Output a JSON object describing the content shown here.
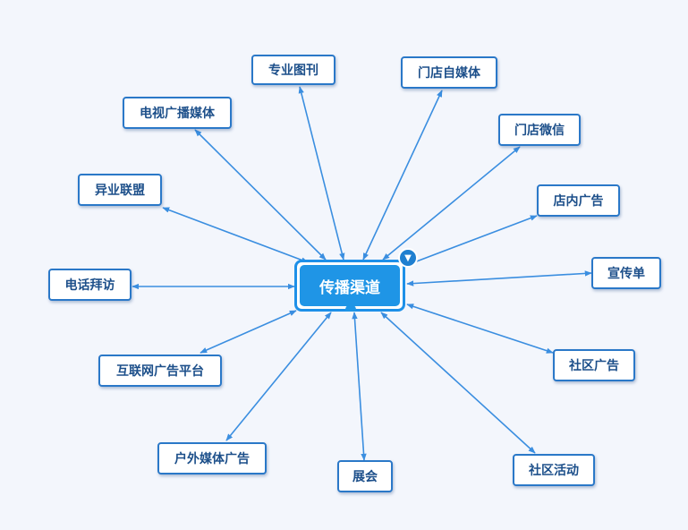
{
  "center": {
    "label": "传播渠道"
  },
  "nodes": [
    {
      "id": "zhuanye",
      "label": "专业图刊"
    },
    {
      "id": "mendian-zimeiti",
      "label": "门店自媒体"
    },
    {
      "id": "dianshi",
      "label": "电视广播媒体"
    },
    {
      "id": "mendian-weixin",
      "label": "门店微信"
    },
    {
      "id": "yiye",
      "label": "异业联盟"
    },
    {
      "id": "diannei",
      "label": "店内广告"
    },
    {
      "id": "dianhua",
      "label": "电话拜访"
    },
    {
      "id": "xuanchuan",
      "label": "宣传单"
    },
    {
      "id": "hulianwang",
      "label": "互联网广告平台"
    },
    {
      "id": "shequ-guanggao",
      "label": "社区广告"
    },
    {
      "id": "huwai",
      "label": "户外媒体广告"
    },
    {
      "id": "zhanhui",
      "label": "展会"
    },
    {
      "id": "shequ-huodong",
      "label": "社区活动"
    }
  ],
  "colors": {
    "edge": "#3a8ee0",
    "node_border": "#2a78c8",
    "center_fill": "#1f95e6",
    "background": "#f3f6fc"
  },
  "icons": {
    "collapse": "triangle-down-icon"
  }
}
